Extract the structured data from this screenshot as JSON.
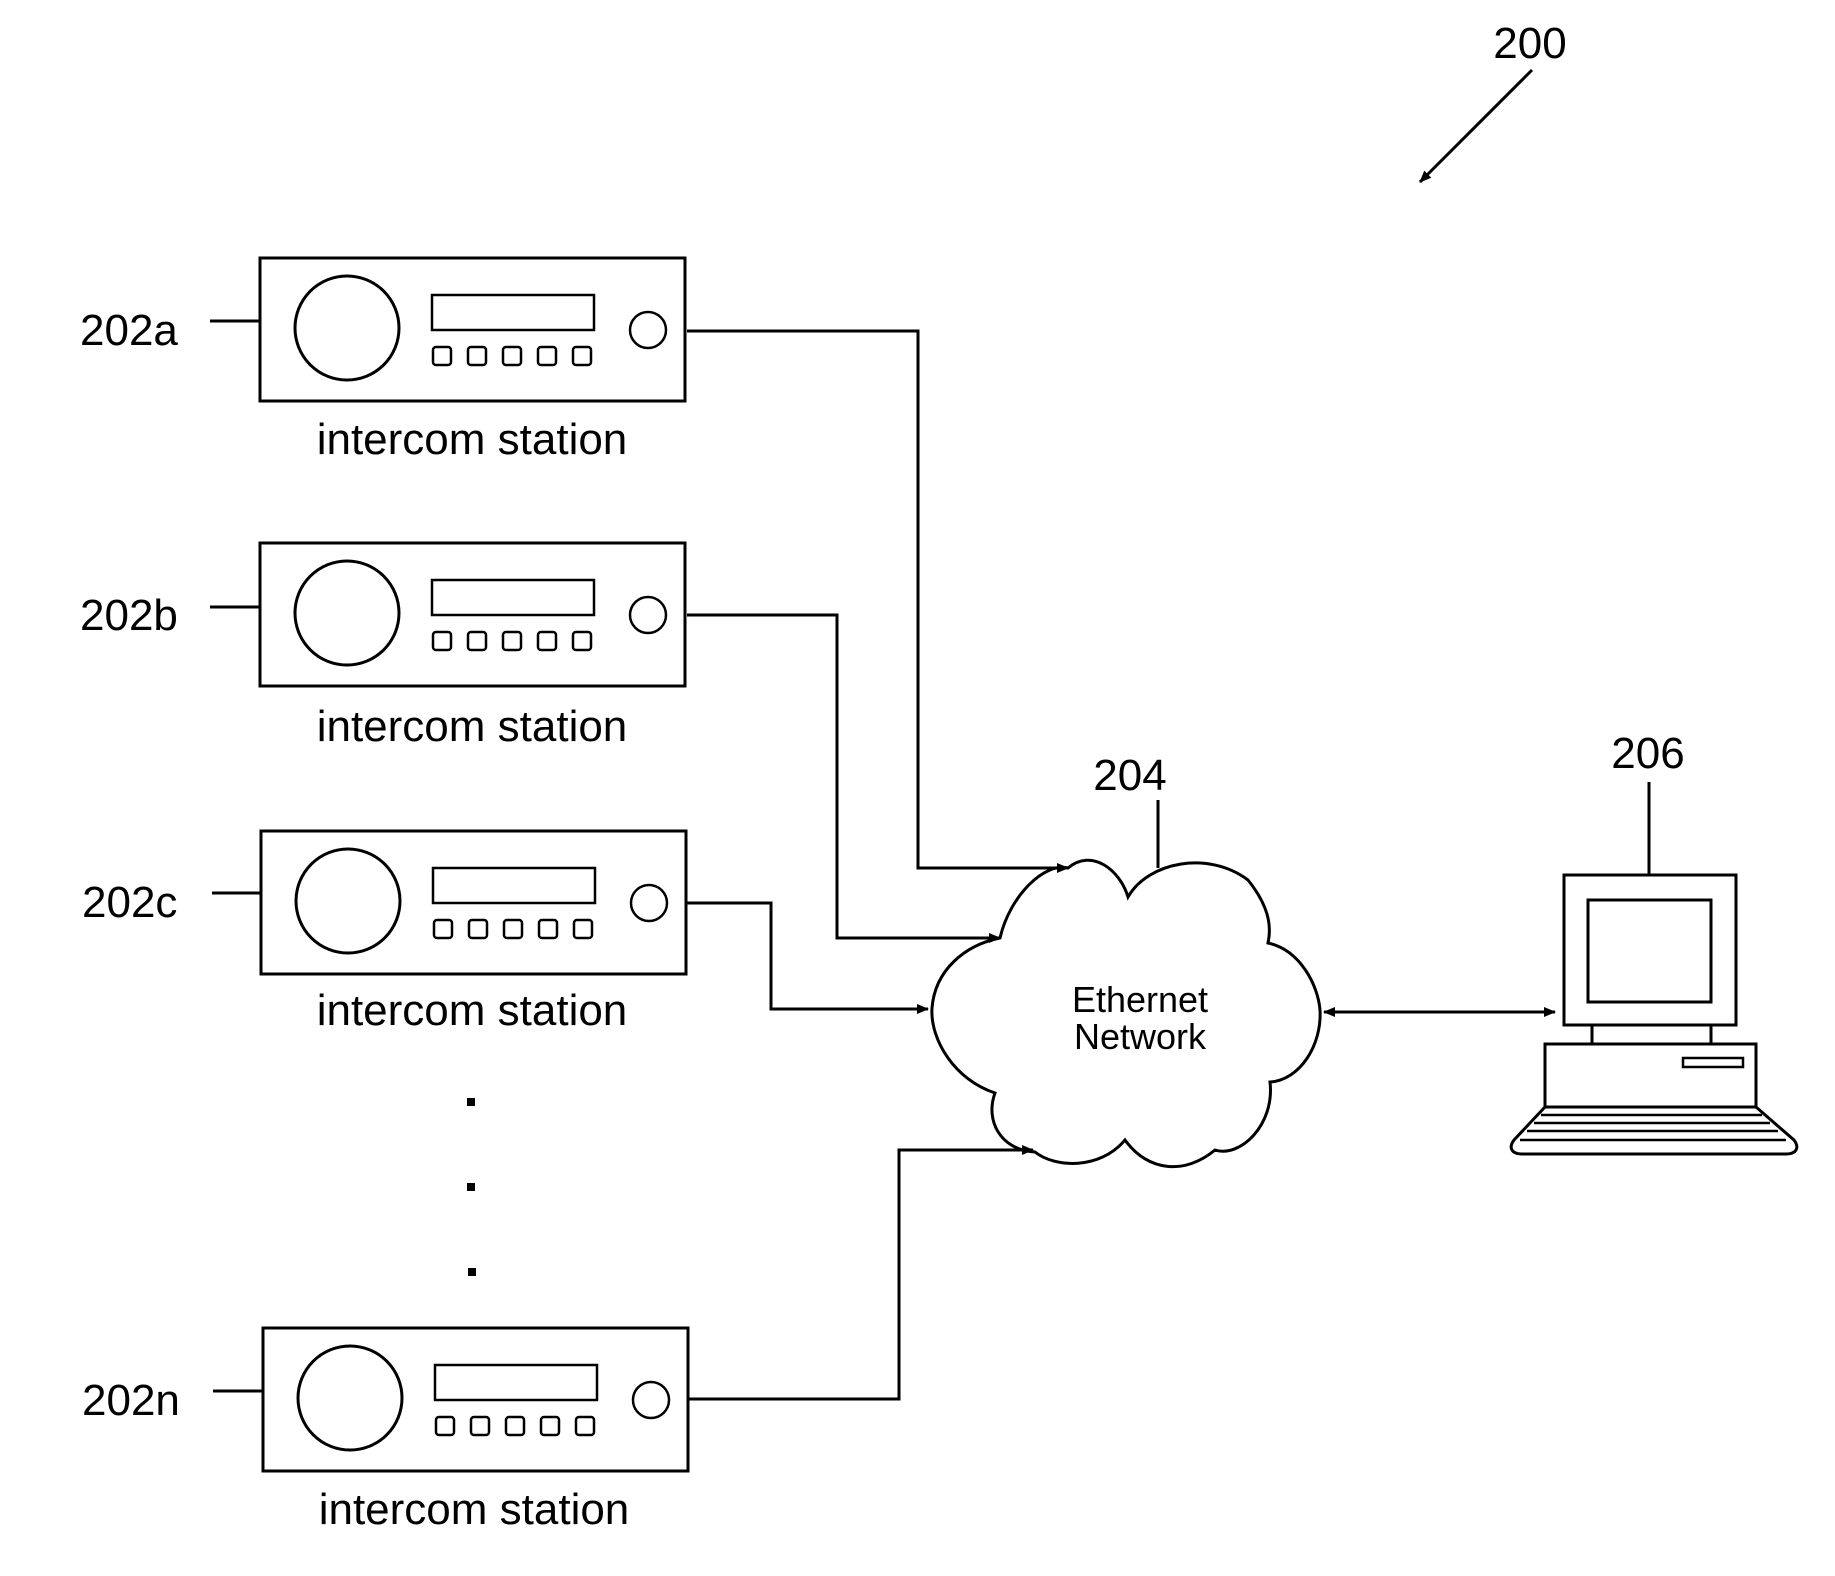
{
  "figure_ref": "200",
  "stations": [
    {
      "ref": "202a",
      "label": "intercom station"
    },
    {
      "ref": "202b",
      "label": "intercom station"
    },
    {
      "ref": "202c",
      "label": "intercom station"
    },
    {
      "ref": "202n",
      "label": "intercom station"
    }
  ],
  "network": {
    "ref": "204",
    "line1": "Ethernet",
    "line2": "Network"
  },
  "computer": {
    "ref": "206"
  }
}
